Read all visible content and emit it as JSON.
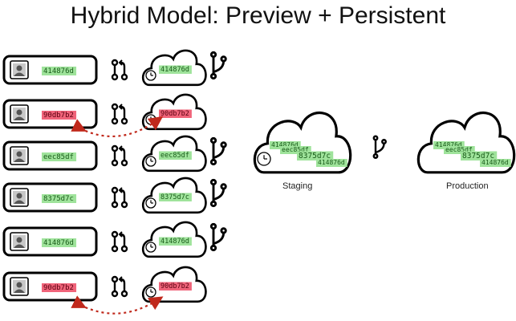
{
  "title": "Hybrid Model: Preview + Persistent",
  "colors": {
    "ok": "#9fe39b",
    "bad": "#f0647a",
    "arrow": "#c0291c",
    "stroke": "#000000"
  },
  "rows": [
    {
      "hash": "414876d",
      "status": "ok",
      "branch_icon": true
    },
    {
      "hash": "90db7b2",
      "status": "bad",
      "branch_icon": false
    },
    {
      "hash": "eec85df",
      "status": "ok",
      "branch_icon": true
    },
    {
      "hash": "8375d7c",
      "status": "ok",
      "branch_icon": true
    },
    {
      "hash": "414876d",
      "status": "ok",
      "branch_icon": true
    },
    {
      "hash": "90db7b2",
      "status": "bad",
      "branch_icon": false
    }
  ],
  "staging": {
    "label": "Staging",
    "hashes": [
      "414876d",
      "eec85df",
      "8375d7c",
      "414876d"
    ]
  },
  "production": {
    "label": "Production",
    "hashes": [
      "414876d",
      "eec85df",
      "8375d7c",
      "414876d"
    ]
  },
  "icons": {
    "row_icon": "avatar-icon",
    "merge": "pull-request-icon",
    "branch": "git-branch-icon",
    "history": "clock-icon",
    "cloud": "cloud-icon"
  }
}
